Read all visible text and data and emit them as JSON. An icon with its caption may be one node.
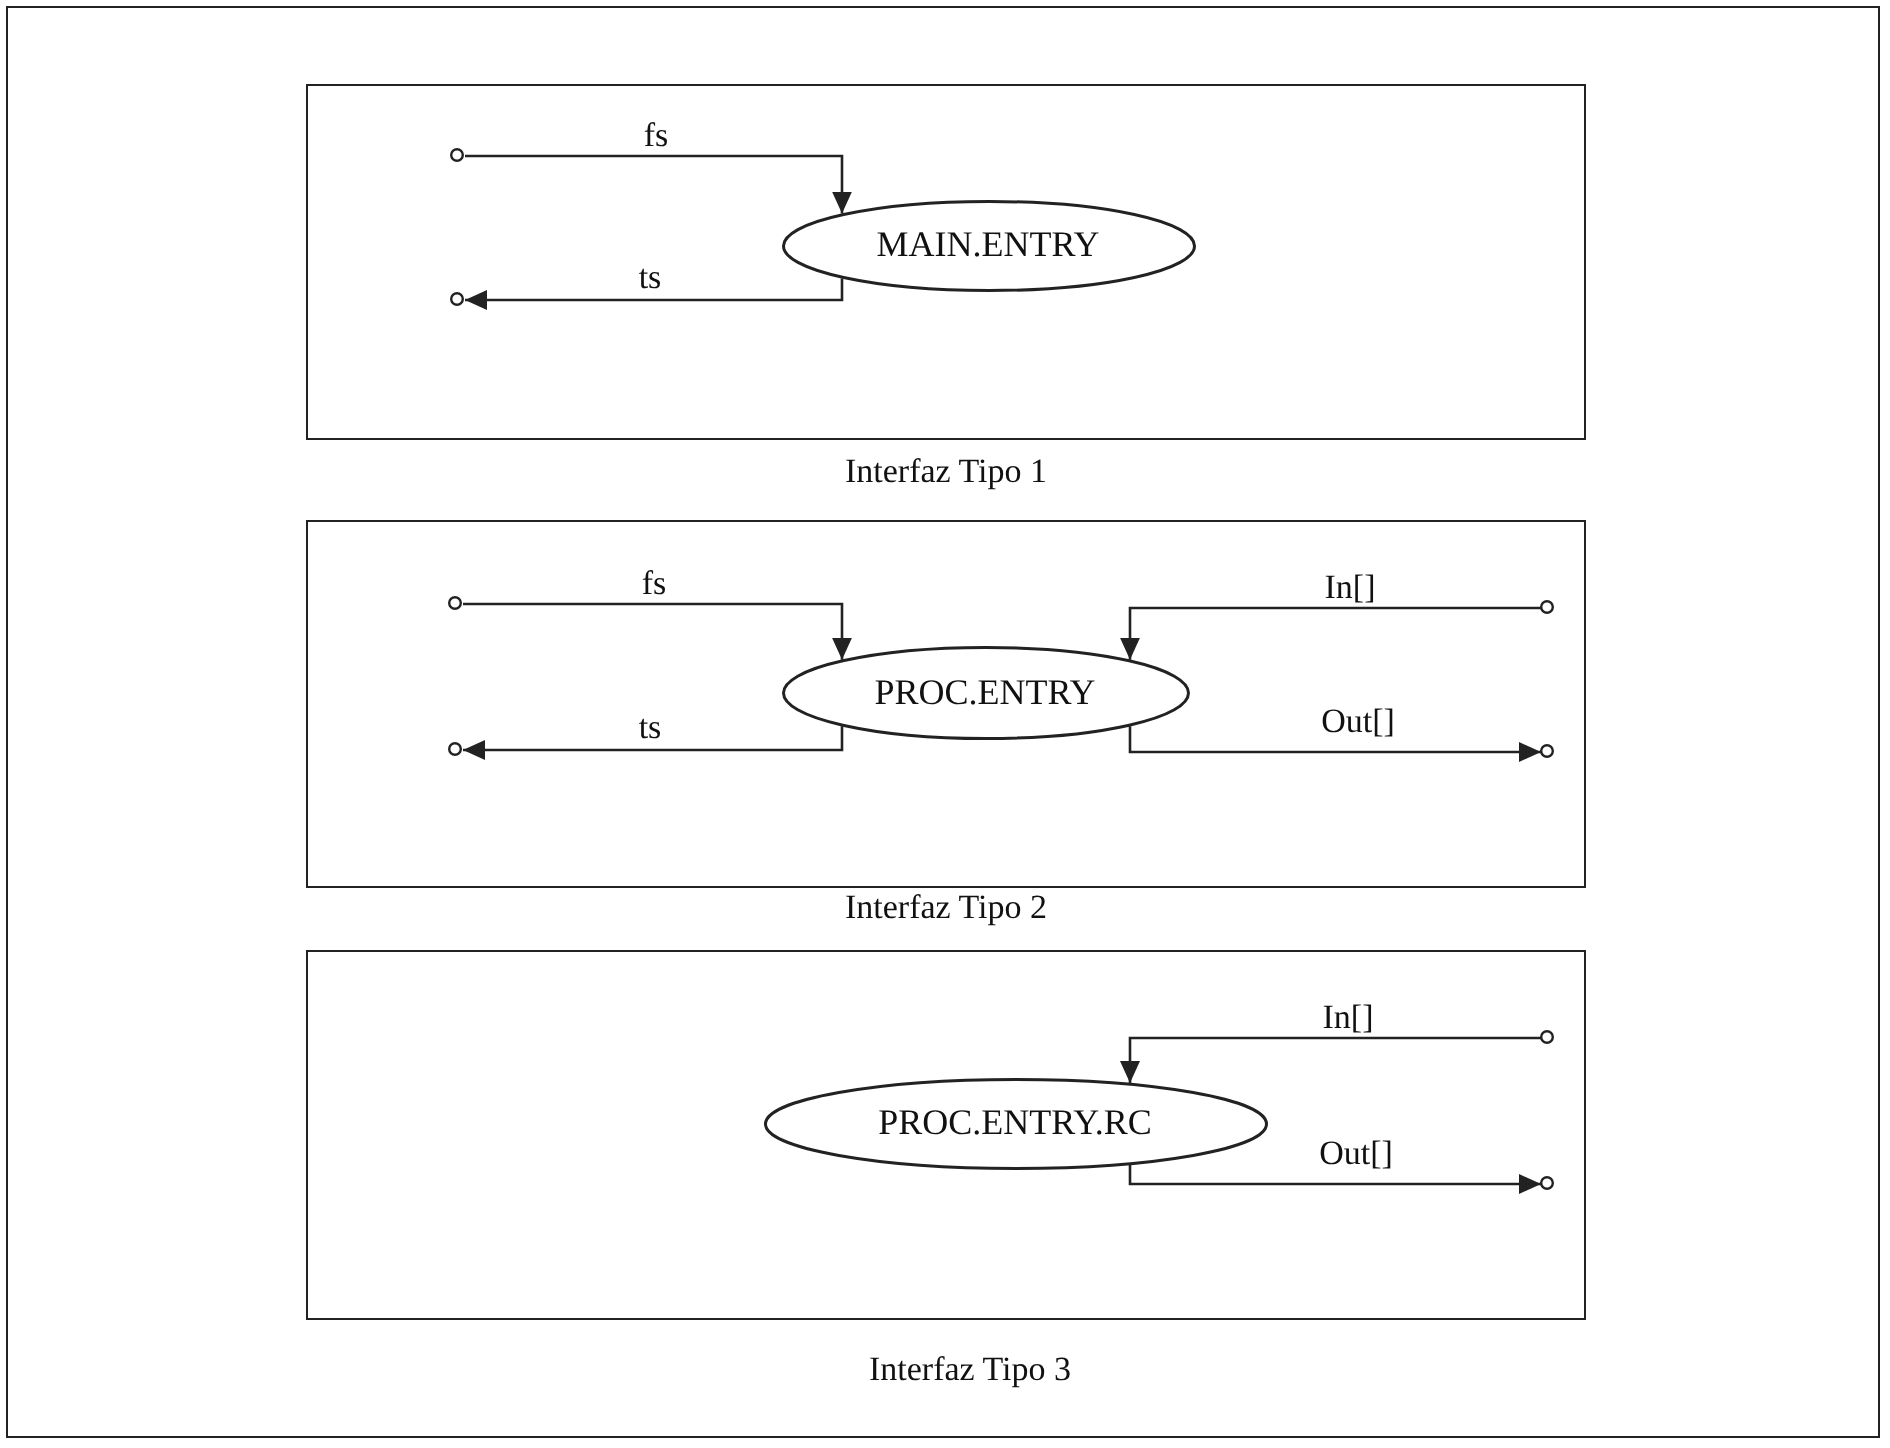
{
  "diagram": {
    "nodes": [
      {
        "text": [],
        "shape": "box",
        "beside": [
          "Interfaz Tipo 1"
        ]
      },
      {
        "text": [
          "MAIN.ENTRY"
        ],
        "in": 0
      },
      {
        "text": [],
        "shape": "circle",
        "in": 0
      },
      {
        "text": [],
        "shape": "circle",
        "in": 0
      },
      {
        "text": [],
        "shape": "box",
        "beside": [
          "Interfaz Tipo 2"
        ]
      },
      {
        "text": [
          "PROC.ENTRY"
        ],
        "in": 4
      },
      {
        "text": [],
        "shape": "circle",
        "in": 4
      },
      {
        "text": [],
        "shape": "circle",
        "in": 4
      },
      {
        "text": [],
        "shape": "circle",
        "in": 4
      },
      {
        "text": [],
        "shape": "circle",
        "in": 4
      },
      {
        "text": [],
        "shape": "box",
        "beside": [
          "Interfaz Tipo 3"
        ]
      },
      {
        "text": [
          "PROC.ENTRY.RC"
        ],
        "in": 10
      },
      {
        "text": [],
        "shape": "circle",
        "in": 10
      },
      {
        "text": [],
        "shape": "circle",
        "in": 10
      }
    ],
    "edges": [
      {
        "from": 2,
        "to": 1,
        "arrow": "to",
        "label": "fs"
      },
      {
        "from": 1,
        "to": 3,
        "arrow": "to",
        "label": "ts"
      },
      {
        "from": 6,
        "to": 5,
        "arrow": "to",
        "label": "fs"
      },
      {
        "from": 5,
        "to": 7,
        "arrow": "to",
        "label": "ts"
      },
      {
        "from": 8,
        "to": 5,
        "arrow": "to",
        "label": "In[]"
      },
      {
        "from": 5,
        "to": 9,
        "arrow": "to",
        "label": "Out[]"
      },
      {
        "from": 12,
        "to": 11,
        "arrow": "to",
        "label": "In[]"
      },
      {
        "from": 11,
        "to": 13,
        "arrow": "to",
        "label": "Out[]"
      }
    ]
  }
}
